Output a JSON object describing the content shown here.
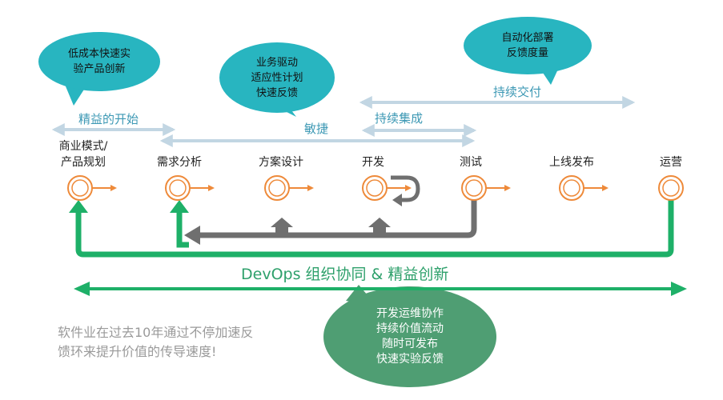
{
  "stages": [
    {
      "label": "商业模式/\n产品规划"
    },
    {
      "label": "需求分析"
    },
    {
      "label": "方案设计"
    },
    {
      "label": "开发"
    },
    {
      "label": "测试"
    },
    {
      "label": "上线发布"
    },
    {
      "label": "运营"
    }
  ],
  "ranges": {
    "lean_start": "精益的开始",
    "agile": "敏捷",
    "ci": "持续集成",
    "cd": "持续交付"
  },
  "bubbles": {
    "lean": "低成本快速实\n验产品创新",
    "agile": "业务驱动\n适应性计划\n快速反馈",
    "cd": "自动化部署\n反馈度量",
    "devops": "开发运维协作\n持续价值流动\n随时可发布\n快速实验反馈"
  },
  "devops_title": "DevOps 组织协同 & 精益创新",
  "note": "软件业在过去10年通过不停加速反\n馈环来提升价值的传导速度!",
  "colors": {
    "teal": "#28b5c0",
    "green": "#1eb068",
    "dark_green": "#4f9e73",
    "orange": "#ee8a3a",
    "gray": "#6f6f6f",
    "light_blue": "#c2d6e3",
    "blue_text": "#3c98b4"
  }
}
